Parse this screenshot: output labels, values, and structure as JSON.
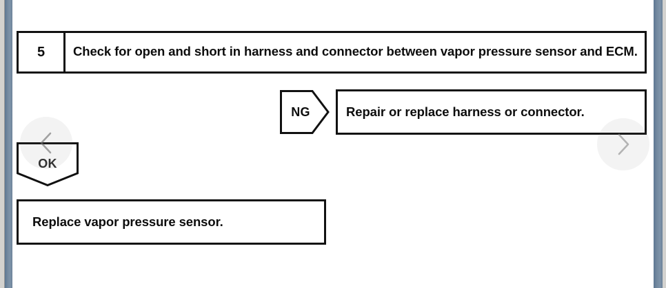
{
  "document": {
    "type": "diagnostic-flowchart",
    "background": "#ffffff",
    "ink_color": "#111111"
  },
  "chrome": {
    "scrollbar_color": "#72889f",
    "gutter_color": "#d3d2cf"
  },
  "step": {
    "number": "5",
    "description": "Check for open and short in harness and connector between vapor pressure sensor and ECM."
  },
  "branches": {
    "ng": {
      "label": "NG",
      "result": "Repair or replace harness or connector."
    },
    "ok": {
      "label": "OK",
      "result": "Replace vapor pressure sensor."
    }
  },
  "navigation": {
    "prev_icon": "chevron-left-icon",
    "next_icon": "chevron-right-icon",
    "overlay_color": "rgba(120,120,120,0.085)"
  }
}
